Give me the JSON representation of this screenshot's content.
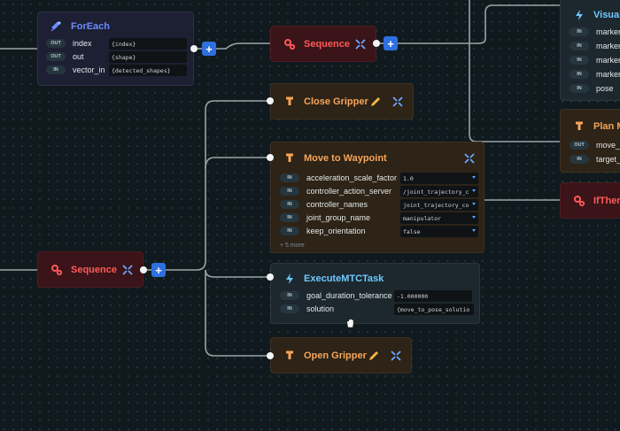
{
  "foreach": {
    "title": "ForEach",
    "params": [
      {
        "dir": "OUT",
        "name": "index",
        "value": "{index}"
      },
      {
        "dir": "OUT",
        "name": "out",
        "value": "{shape}"
      },
      {
        "dir": "IN",
        "name": "vector_in",
        "value": "{detected_shapes}"
      }
    ]
  },
  "sequence_top": {
    "title": "Sequence"
  },
  "sequence_left": {
    "title": "Sequence"
  },
  "close_gripper": {
    "title": "Close Gripper"
  },
  "move_to_waypoint": {
    "title": "Move to Waypoint",
    "params": [
      {
        "dir": "IN",
        "name": "acceleration_scale_factor",
        "value": "1.0"
      },
      {
        "dir": "IN",
        "name": "controller_action_server",
        "value": "/joint_trajectory_c"
      },
      {
        "dir": "IN",
        "name": "controller_names",
        "value": "joint_trajectory_co"
      },
      {
        "dir": "IN",
        "name": "joint_group_name",
        "value": "manipulator"
      },
      {
        "dir": "IN",
        "name": "keep_orientation",
        "value": "false"
      }
    ],
    "more": "+ 5 more"
  },
  "execute_mtc": {
    "title": "ExecuteMTCTask",
    "params": [
      {
        "dir": "IN",
        "name": "goal_duration_tolerance",
        "value": "-1.000000"
      },
      {
        "dir": "IN",
        "name": "solution",
        "value": "{move_to_pose_solutio"
      }
    ]
  },
  "open_gripper": {
    "title": "Open Gripper"
  },
  "visualize": {
    "title": "Visual",
    "params": [
      {
        "dir": "IN",
        "name": "marker_"
      },
      {
        "dir": "IN",
        "name": "marker_"
      },
      {
        "dir": "IN",
        "name": "marker_"
      },
      {
        "dir": "IN",
        "name": "marker_"
      },
      {
        "dir": "IN",
        "name": "pose"
      }
    ]
  },
  "plan_move": {
    "title": "Plan M",
    "params": [
      {
        "dir": "OUT",
        "name": "move_t"
      },
      {
        "dir": "IN",
        "name": "target_"
      }
    ]
  },
  "if_then": {
    "title": "IfTher"
  },
  "plus_label": "+",
  "colors": {
    "background": "#101a1e",
    "edge": "#9aa3a7",
    "port": "#f2f4f5",
    "add_button": "#2f6fe0",
    "control_title": "#ff5a5a",
    "action_title": "#f5a55a",
    "foreach_title": "#6b8cff",
    "task_title": "#6ec8ff"
  }
}
